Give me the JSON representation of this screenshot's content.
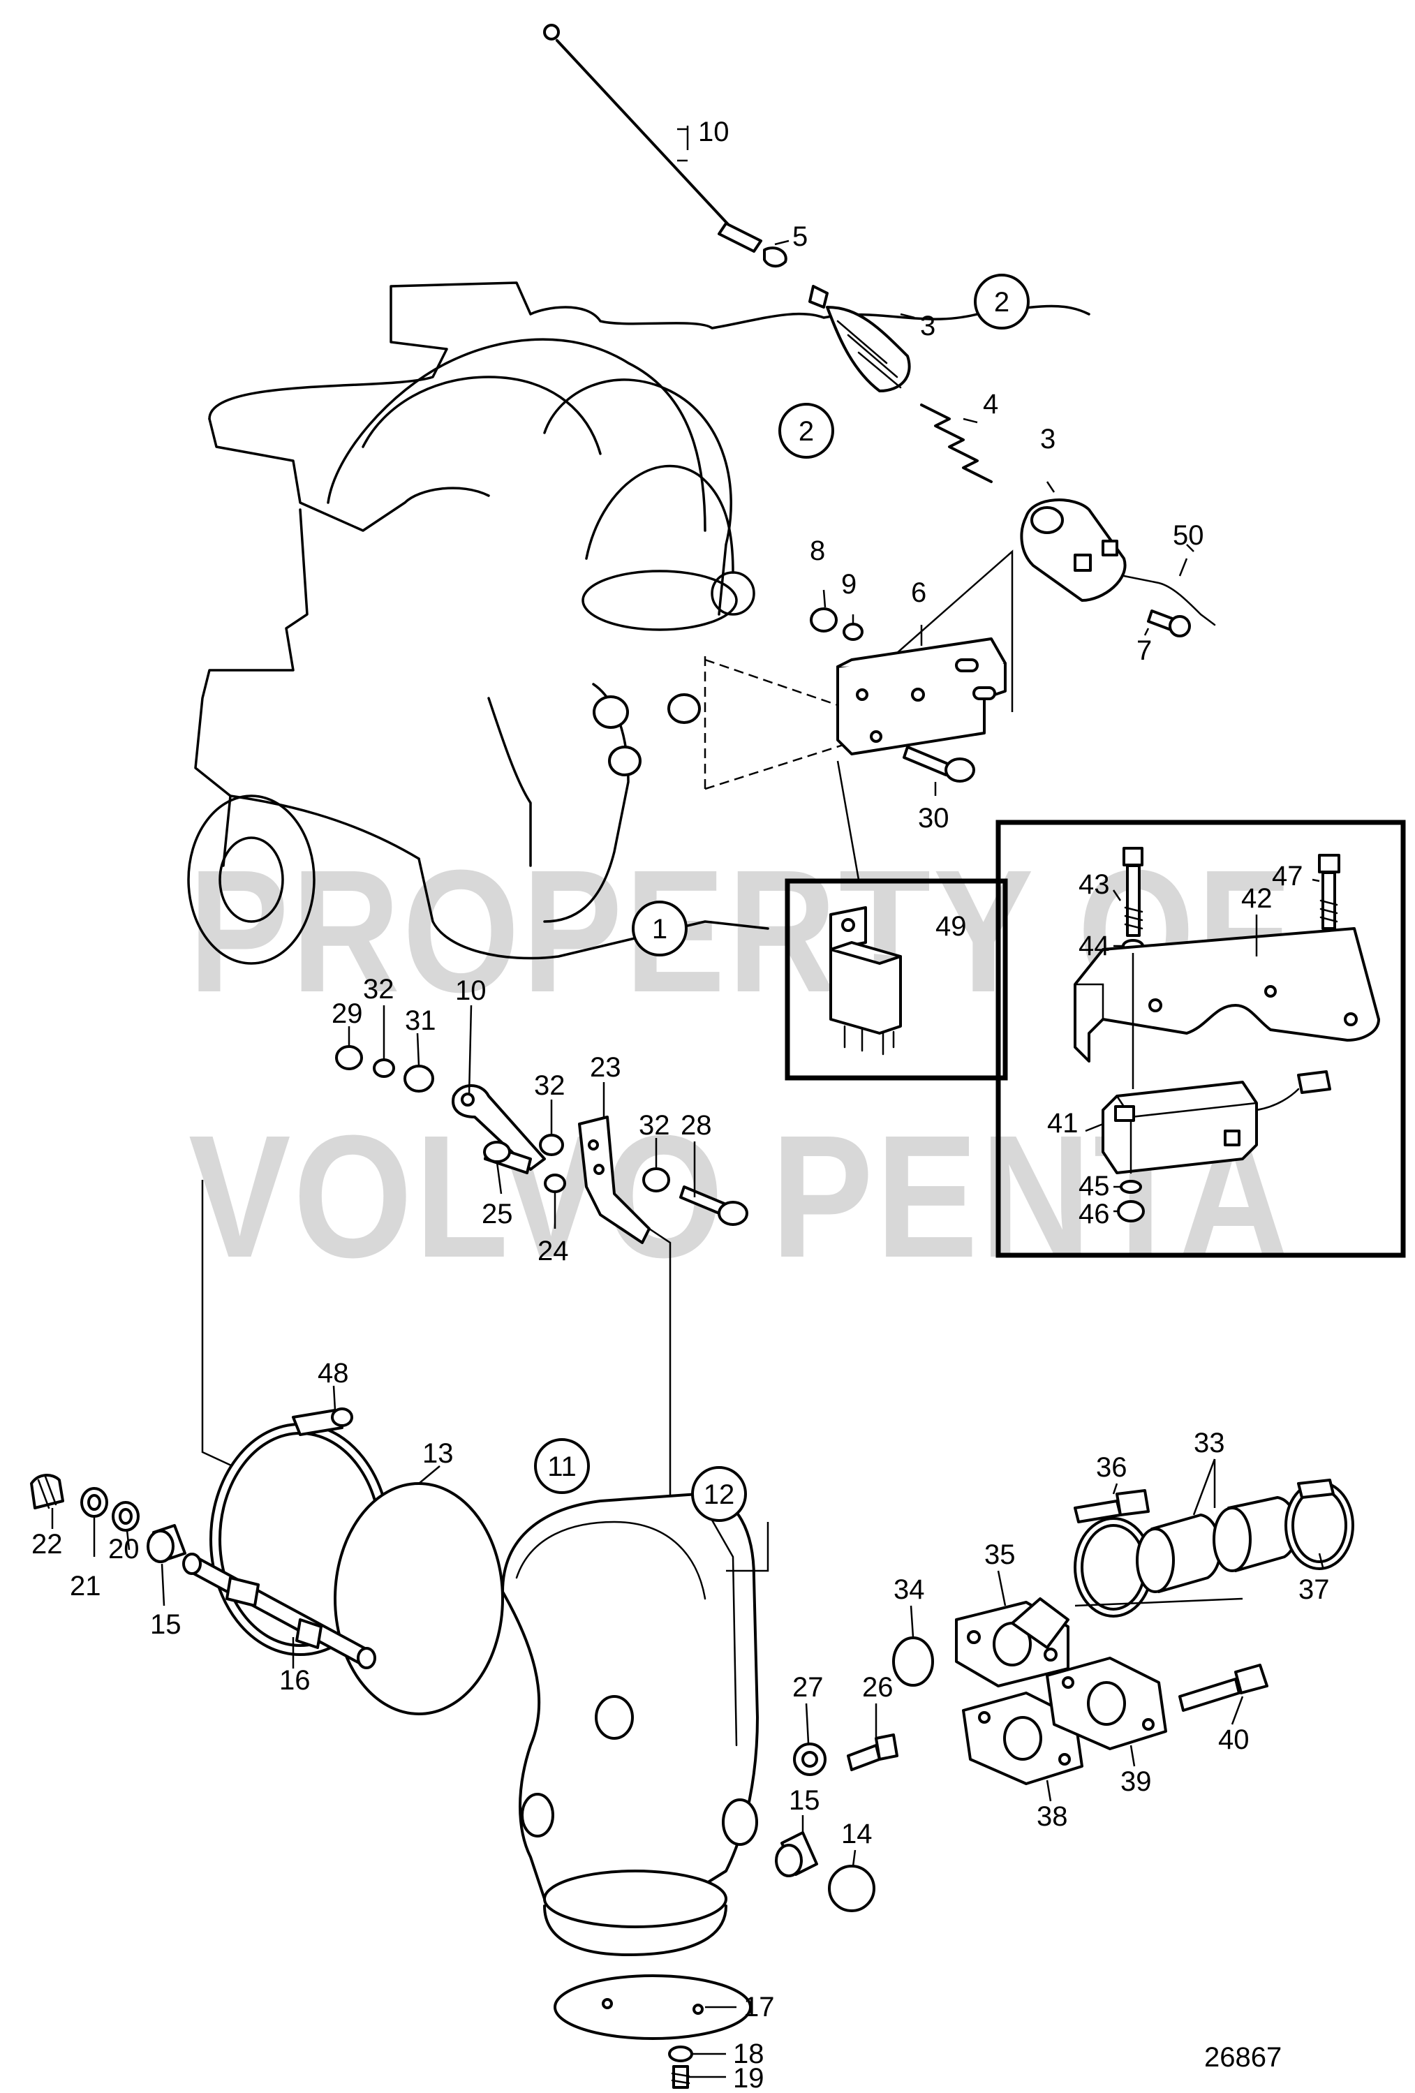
{
  "diagram": {
    "figure_number": "26867",
    "watermark": {
      "line1": "PROPERTY OF",
      "line2": "VOLVO PENTA"
    },
    "group_refs": [
      "1",
      "2",
      "2",
      "11",
      "12"
    ],
    "part_callouts": [
      "10",
      "5",
      "3",
      "4",
      "3",
      "50",
      "7",
      "8",
      "9",
      "6",
      "30",
      "49",
      "43",
      "47",
      "42",
      "44",
      "41",
      "45",
      "46",
      "32",
      "29",
      "31",
      "10",
      "23",
      "28",
      "32",
      "32",
      "25",
      "24",
      "48",
      "13",
      "22",
      "21",
      "20",
      "15",
      "16",
      "36",
      "33",
      "34",
      "35",
      "37",
      "27",
      "26",
      "40",
      "38",
      "39",
      "15",
      "14",
      "17",
      "18",
      "19"
    ]
  }
}
